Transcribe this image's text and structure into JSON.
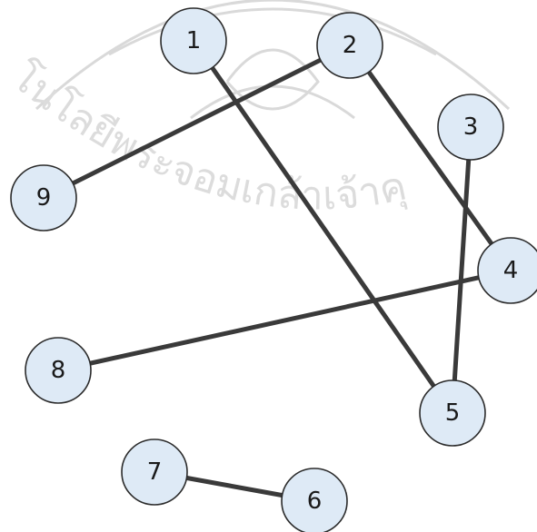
{
  "watermark": {
    "text": "โนโลยีพระจอมเกล้าเจ้าคุ"
  },
  "graph": {
    "nodes": [
      {
        "id": "1",
        "label": "1"
      },
      {
        "id": "2",
        "label": "2"
      },
      {
        "id": "3",
        "label": "3"
      },
      {
        "id": "4",
        "label": "4"
      },
      {
        "id": "5",
        "label": "5"
      },
      {
        "id": "6",
        "label": "6"
      },
      {
        "id": "7",
        "label": "7"
      },
      {
        "id": "8",
        "label": "8"
      },
      {
        "id": "9",
        "label": "9"
      }
    ],
    "edges": [
      {
        "from": "1",
        "to": "5"
      },
      {
        "from": "2",
        "to": "9"
      },
      {
        "from": "2",
        "to": "4"
      },
      {
        "from": "3",
        "to": "5"
      },
      {
        "from": "4",
        "to": "8"
      },
      {
        "from": "7",
        "to": "6"
      }
    ],
    "colors": {
      "node_fill": "#deeaf6",
      "node_stroke": "#2b2b2b",
      "edge": "#3a3a3a",
      "watermark": "#d9d9d9"
    }
  }
}
